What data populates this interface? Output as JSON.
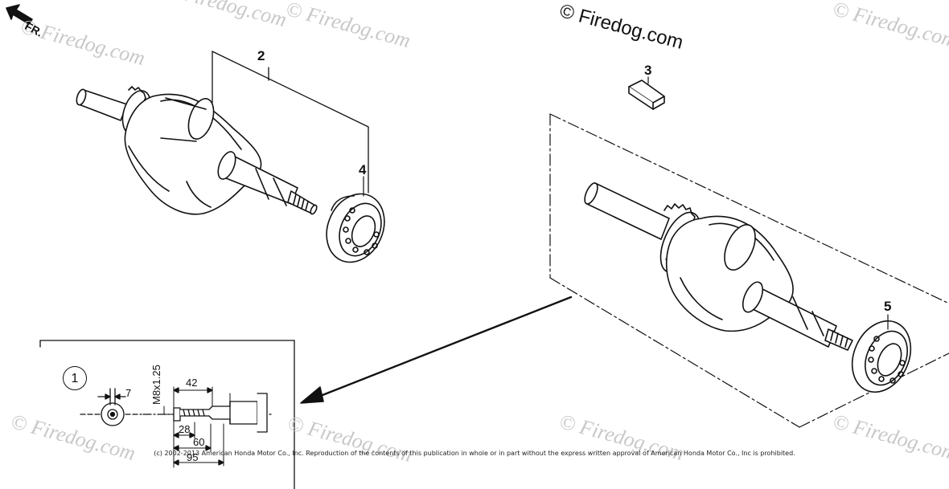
{
  "watermarks": {
    "brand_top": "© Firedog.com",
    "faint": [
      "© Firedog.com",
      "© Firedog.com",
      "© Firedog.com",
      "© Firedog.com",
      "© Firedog.com",
      "© Firedog.com",
      "© Firedog.com",
      "© Firedog.com"
    ]
  },
  "direction_label": "FR.",
  "callouts": {
    "c2": "2",
    "c3": "3",
    "c4": "4",
    "c5": "5"
  },
  "detail": {
    "ref": "1",
    "thread_spec": "M8x1.25",
    "dims": {
      "d7": "7",
      "d42": "42",
      "d28": "28",
      "d60": "60",
      "d95": "95"
    }
  },
  "copyright": "(c) 2002-2013 American Honda Motor Co., Inc. Reproduction of the contents of this publication in whole or in part without the express written approval of American Honda Motor Co., Inc is prohibited."
}
